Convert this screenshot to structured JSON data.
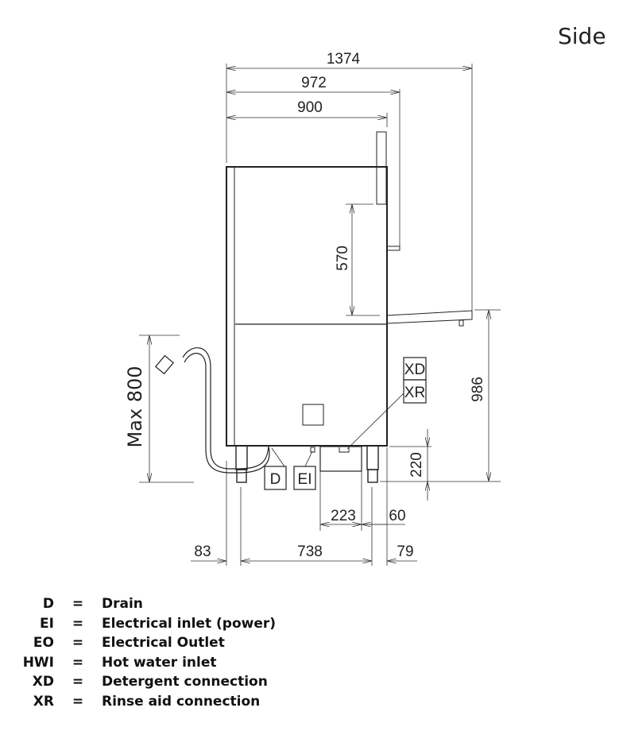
{
  "view_label": "Side",
  "dimensions": {
    "overall_depth": "1374",
    "door_open_depth": "972",
    "body_depth": "900",
    "door_height": "570",
    "total_height": "986",
    "max_hose": "Max 800",
    "drain_height": "220",
    "drain_box_width": "223",
    "drain_offset": "60",
    "left_offset": "83",
    "feet_span": "738",
    "right_offset": "79"
  },
  "callouts": {
    "d": "D",
    "ei": "EI",
    "xd": "XD",
    "xr": "XR"
  },
  "legend": [
    {
      "code": "D",
      "eq": "=",
      "desc": "Drain"
    },
    {
      "code": "EI",
      "eq": "=",
      "desc": "Electrical inlet (power)"
    },
    {
      "code": "EO",
      "eq": "=",
      "desc": "Electrical Outlet"
    },
    {
      "code": "HWI",
      "eq": "=",
      "desc": "Hot water inlet"
    },
    {
      "code": "XD",
      "eq": "=",
      "desc": "Detergent connection"
    },
    {
      "code": "XR",
      "eq": "=",
      "desc": "Rinse aid connection"
    }
  ]
}
